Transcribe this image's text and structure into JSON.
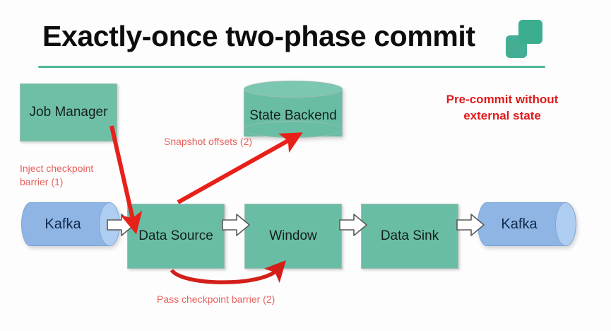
{
  "slide": {
    "title": "Exactly-once two-phase commit",
    "background_color": "#fdfdfd",
    "accent_color": "#4fb79a",
    "rule_color": "#4fb79a",
    "logo": {
      "name": "two-squares-logo",
      "color": "#3aae8f"
    }
  },
  "callout": {
    "text": "Pre-commit without\nexternal state",
    "color": "#e01b1b"
  },
  "nodes": {
    "job_manager": {
      "label": "Job\nManager",
      "shape": "rectangle",
      "color": "#6fbfa7"
    },
    "state_backend": {
      "label": "State\nBackend",
      "shape": "cylinder",
      "color": "#6abda5"
    },
    "kafka_source": {
      "label": "Kafka",
      "shape": "cylinder-horizontal",
      "color": "#8fb5e4"
    },
    "data_source": {
      "label": "Data Source",
      "shape": "rectangle",
      "color": "#6abda5"
    },
    "window": {
      "label": "Window",
      "shape": "rectangle",
      "color": "#6abda5"
    },
    "data_sink": {
      "label": "Data Sink",
      "shape": "rectangle",
      "color": "#6abda5"
    },
    "kafka_sink": {
      "label": "Kafka",
      "shape": "cylinder-horizontal",
      "color": "#8fb5e4"
    }
  },
  "annotations": {
    "inject": {
      "text": "Inject checkpoint\nbarrier (1)",
      "color": "#e8605a"
    },
    "snapshot": {
      "text": "Snapshot offsets (2)",
      "color": "#e8605a"
    },
    "pass": {
      "text": "Pass checkpoint barrier (2)",
      "color": "#e8605a"
    }
  },
  "flow_arrows": [
    {
      "from": "kafka_source",
      "to": "data_source",
      "style": "white-block"
    },
    {
      "from": "data_source",
      "to": "window",
      "style": "white-block"
    },
    {
      "from": "window",
      "to": "data_sink",
      "style": "white-block"
    },
    {
      "from": "data_sink",
      "to": "kafka_sink",
      "style": "white-block"
    }
  ],
  "red_arrows": [
    {
      "name": "inject-checkpoint-barrier-arrow",
      "from": "job_manager",
      "to": "data_source",
      "color": "#e8201a"
    },
    {
      "name": "snapshot-offsets-arrow",
      "from": "data_source",
      "to": "state_backend",
      "color": "#e8201a"
    },
    {
      "name": "pass-checkpoint-barrier-arrow",
      "from": "data_source",
      "to": "window",
      "color": "#d31f1a",
      "curved": true
    }
  ]
}
